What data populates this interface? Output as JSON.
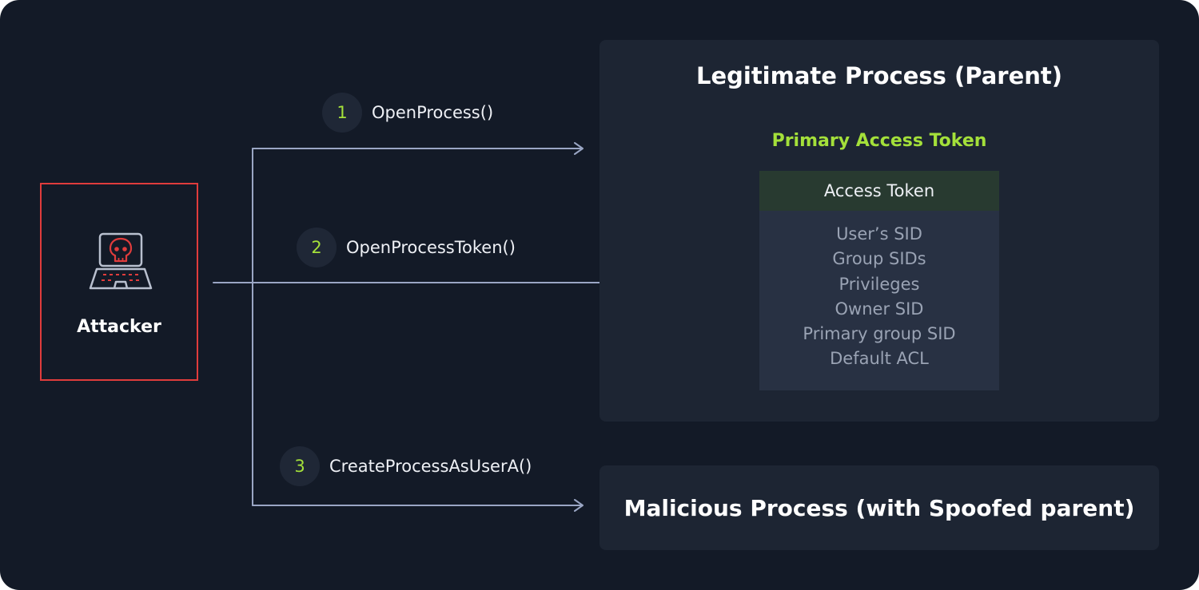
{
  "attacker": {
    "label": "Attacker"
  },
  "steps": [
    {
      "num": "1",
      "label": "OpenProcess()"
    },
    {
      "num": "2",
      "label": "OpenProcessToken()"
    },
    {
      "num": "3",
      "label": "CreateProcessAsUserA()"
    }
  ],
  "legitimate_process": {
    "title": "Legitimate Process (Parent)",
    "token_section_title": "Primary Access Token",
    "token_header": "Access Token",
    "token_fields": [
      "User’s SID",
      "Group SIDs",
      "Privileges",
      "Owner SID",
      "Primary group SID",
      "Default ACL"
    ]
  },
  "malicious_process": {
    "title": "Malicious Process (with Spoofed parent)"
  },
  "icons": {
    "attacker": "laptop-skull-icon"
  },
  "colors": {
    "background": "#131a27",
    "panel": "#1d2533",
    "accent_green": "#a4e03a",
    "attacker_red": "#e03c3c",
    "connector": "#9aa6c4"
  }
}
